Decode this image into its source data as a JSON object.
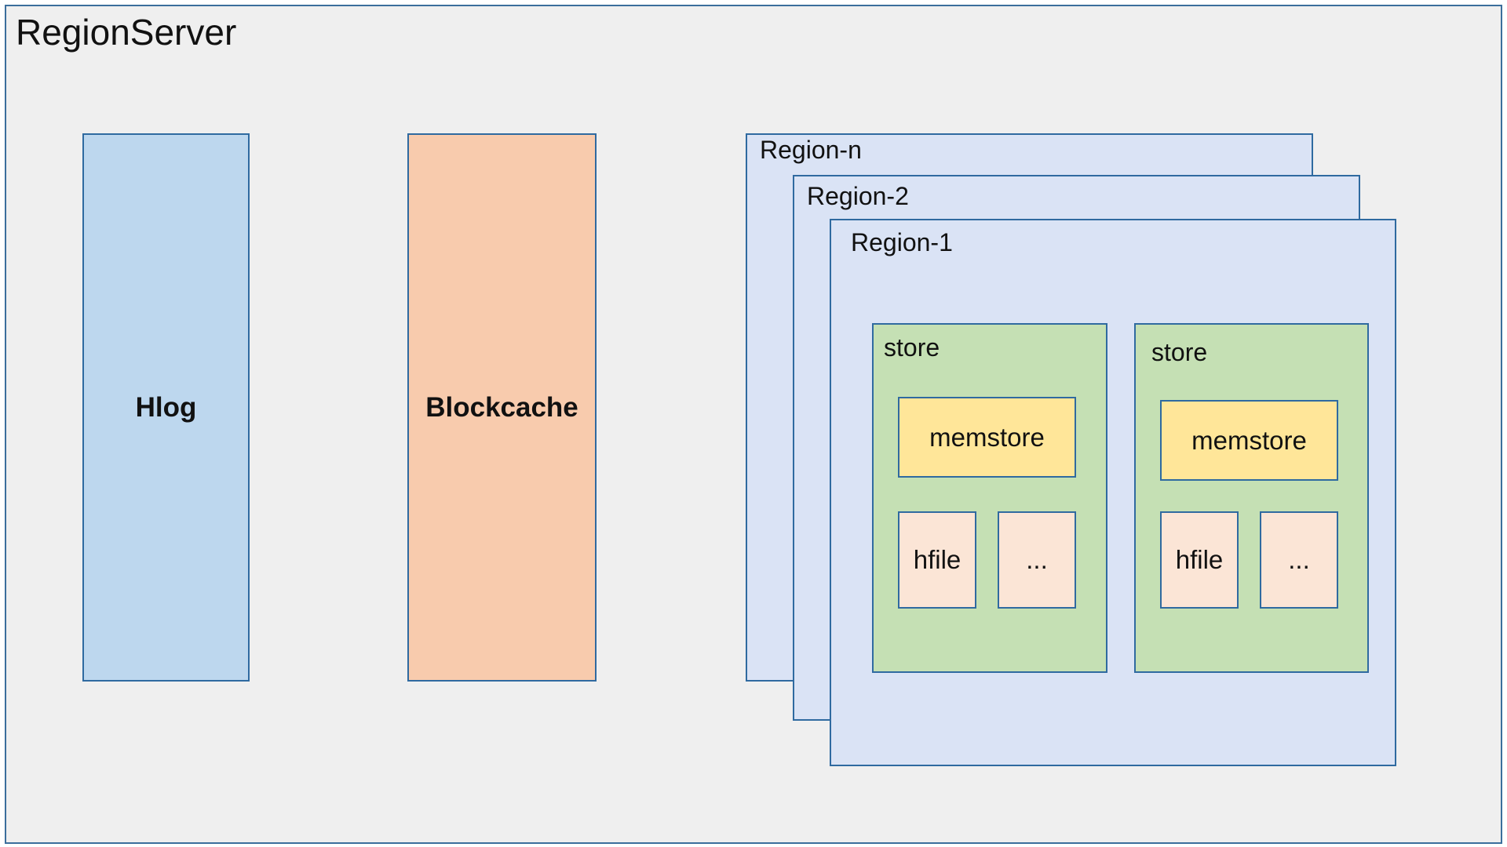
{
  "server": {
    "title": "RegionServer"
  },
  "hlog": {
    "label": "Hlog"
  },
  "blockcache": {
    "label": "Blockcache"
  },
  "regions": [
    {
      "label": "Region-n"
    },
    {
      "label": "Region-2"
    },
    {
      "label": "Region-1"
    }
  ],
  "stores": [
    {
      "label": "store",
      "memstore": "memstore",
      "files": [
        "hfile",
        "..."
      ]
    },
    {
      "label": "store",
      "memstore": "memstore",
      "files": [
        "hfile",
        "..."
      ]
    }
  ],
  "colors": {
    "server_bg": "#efefef",
    "border": "#2f6aa0",
    "hlog": "#bdd7ee",
    "blockcache": "#f8cbad",
    "region": "#dae3f5",
    "store": "#c5e0b4",
    "memstore": "#ffe699",
    "file": "#fbe5d6"
  }
}
